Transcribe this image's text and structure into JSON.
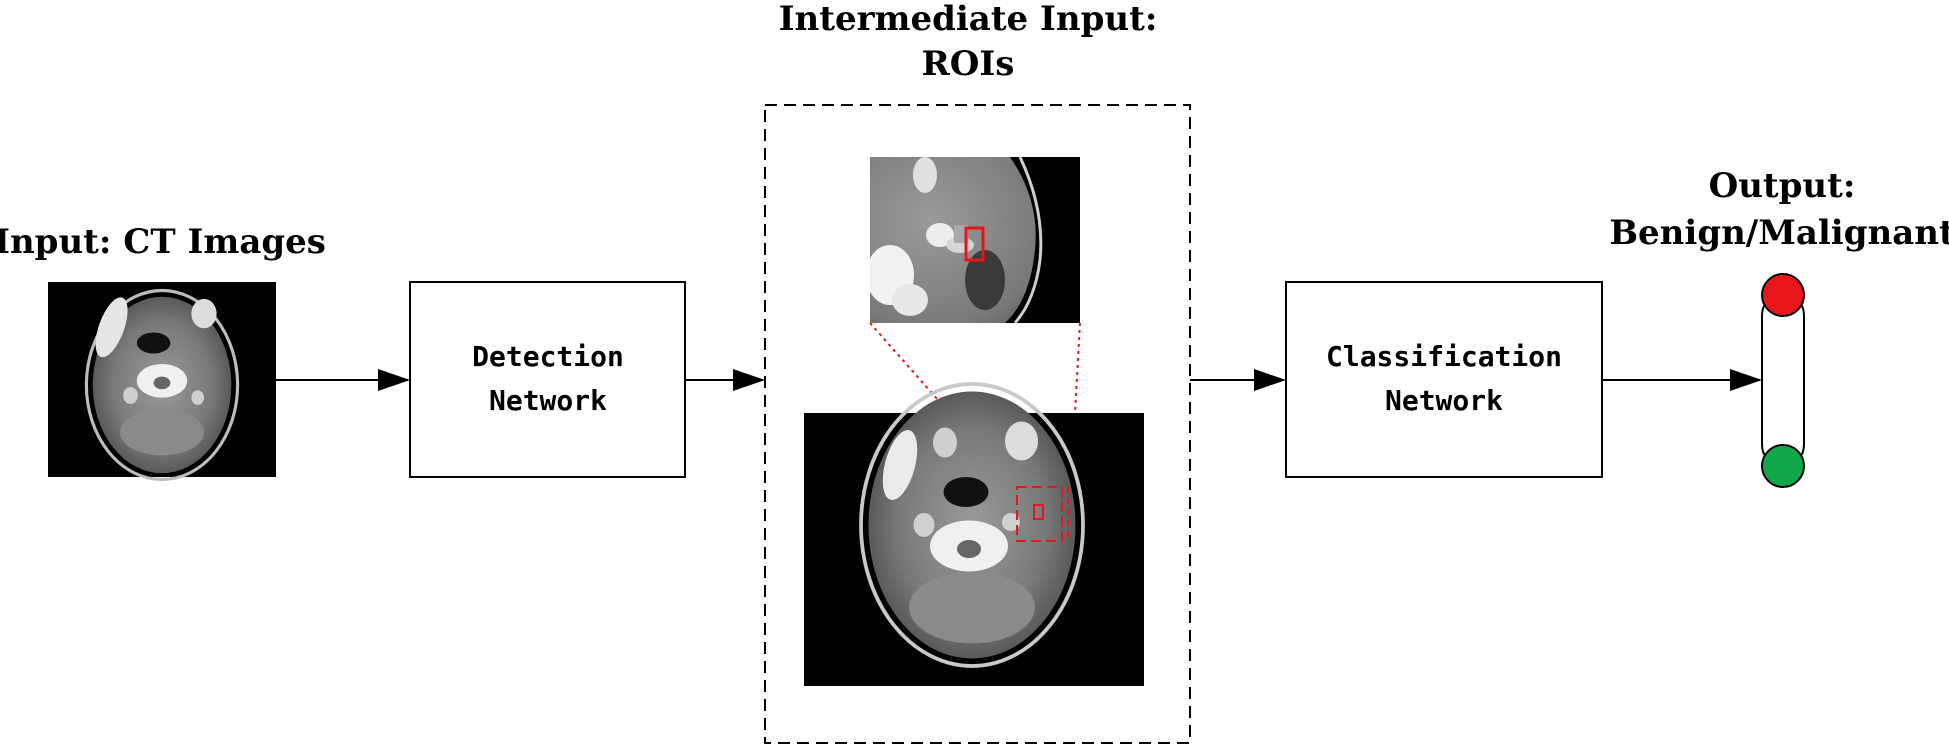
{
  "labels": {
    "input_title": "Input: CT Images",
    "intermediate_title_line1": "Intermediate Input:",
    "intermediate_title_line2": "ROIs",
    "output_title_line1": "Output:",
    "output_title_line2": "Benign/Malignant"
  },
  "boxes": {
    "detection_line1": "Detection",
    "detection_line2": "Network",
    "classification_line1": "Classification",
    "classification_line2": "Network"
  },
  "colors": {
    "malignant": "#e8161a",
    "benign": "#10a84a",
    "roi_marker": "#e8161a"
  }
}
